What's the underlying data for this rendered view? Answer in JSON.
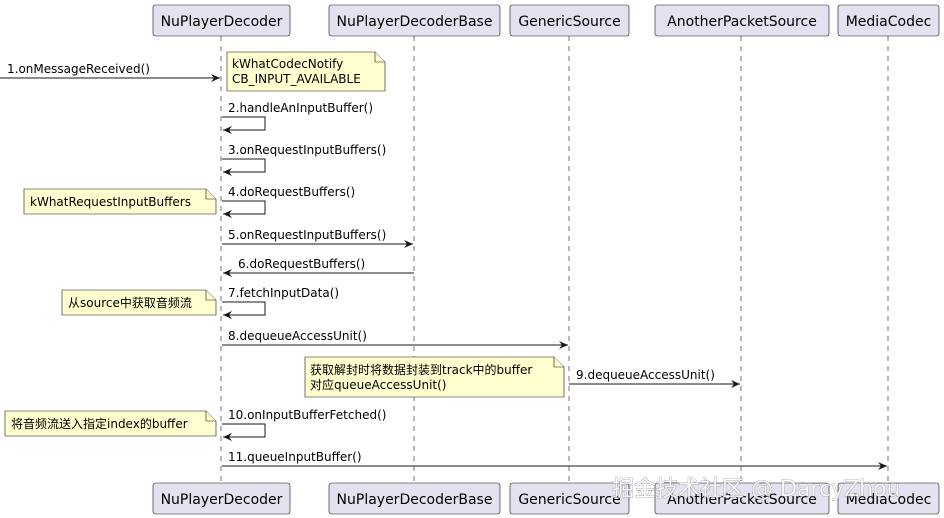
{
  "participants": [
    {
      "id": "npd",
      "label": "NuPlayerDecoder"
    },
    {
      "id": "npdb",
      "label": "NuPlayerDecoderBase"
    },
    {
      "id": "gs",
      "label": "GenericSource"
    },
    {
      "id": "aps",
      "label": "AnotherPacketSource"
    },
    {
      "id": "mc",
      "label": "MediaCodec"
    }
  ],
  "messages": [
    {
      "from": "external",
      "to": "npd",
      "label": "1.onMessageReceived()"
    },
    {
      "from": "npd",
      "to": "npd",
      "label": "2.handleAnInputBuffer()"
    },
    {
      "from": "npd",
      "to": "npd",
      "label": "3.onRequestInputBuffers()"
    },
    {
      "from": "npd",
      "to": "npd",
      "label": "4.doRequestBuffers()"
    },
    {
      "from": "npd",
      "to": "npdb",
      "label": "5.onRequestInputBuffers()"
    },
    {
      "from": "npdb",
      "to": "npd",
      "label": "6.doRequestBuffers()"
    },
    {
      "from": "npd",
      "to": "npd",
      "label": "7.fetchInputData()"
    },
    {
      "from": "npd",
      "to": "gs",
      "label": "8.dequeueAccessUnit()"
    },
    {
      "from": "gs",
      "to": "aps",
      "label": "9.dequeueAccessUnit()"
    },
    {
      "from": "npd",
      "to": "npd",
      "label": "10.onInputBufferFetched()"
    },
    {
      "from": "npd",
      "to": "mc",
      "label": "11.queueInputBuffer()"
    }
  ],
  "notes": [
    {
      "lines": [
        "kWhatCodecNotify",
        "CB_INPUT_AVAILABLE"
      ]
    },
    {
      "lines": [
        "kWhatRequestInputBuffers"
      ]
    },
    {
      "lines": [
        "从source中获取音频流"
      ]
    },
    {
      "lines": [
        "获取解封时将数据封装到track中的buffer",
        "对应queueAccessUnit()"
      ]
    },
    {
      "lines": [
        "将音频流送入指定index的buffer"
      ]
    }
  ],
  "watermark": "掘金技术社区 @ DarcyZhou"
}
